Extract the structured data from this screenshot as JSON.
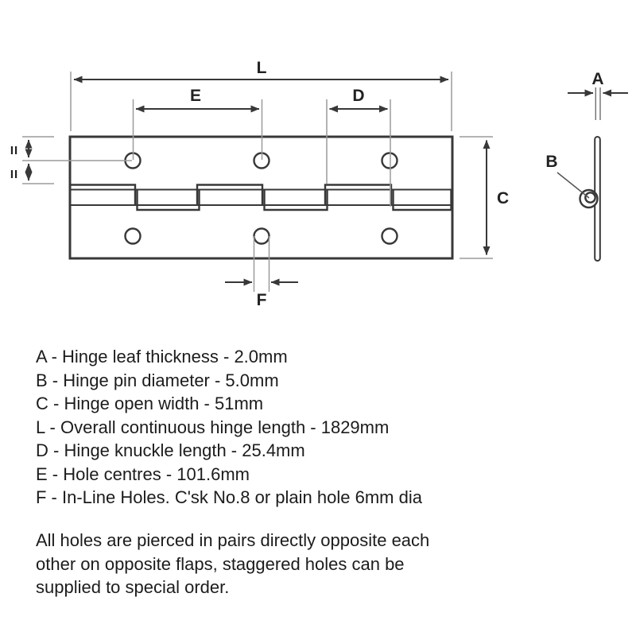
{
  "diagram": {
    "dim_labels": {
      "overall_length": "L",
      "hole_centres": "E",
      "knuckle_length": "D",
      "open_width": "C",
      "leaf_thickness": "A",
      "pin_diameter": "B",
      "inline_holes": "F",
      "equal_mark_upper": "II",
      "equal_mark_lower": "II"
    }
  },
  "legend": {
    "items": [
      "A - Hinge leaf thickness - 2.0mm",
      "B - Hinge pin diameter - 5.0mm",
      "C - Hinge open width - 51mm",
      "L - Overall continuous hinge length - 1829mm",
      "D - Hinge knuckle length - 25.4mm",
      "E - Hole centres - 101.6mm",
      "F - In-Line Holes. C'sk No.8 or plain hole 6mm dia"
    ]
  },
  "note": {
    "lines": [
      "All holes are pierced in pairs directly opposite each",
      "other on opposite flaps, staggered holes can be",
      "supplied to special order."
    ]
  },
  "colors": {
    "line": "#383838",
    "extension": "#9b9b9b",
    "text": "#1c1c1c",
    "background": "#ffffff"
  }
}
